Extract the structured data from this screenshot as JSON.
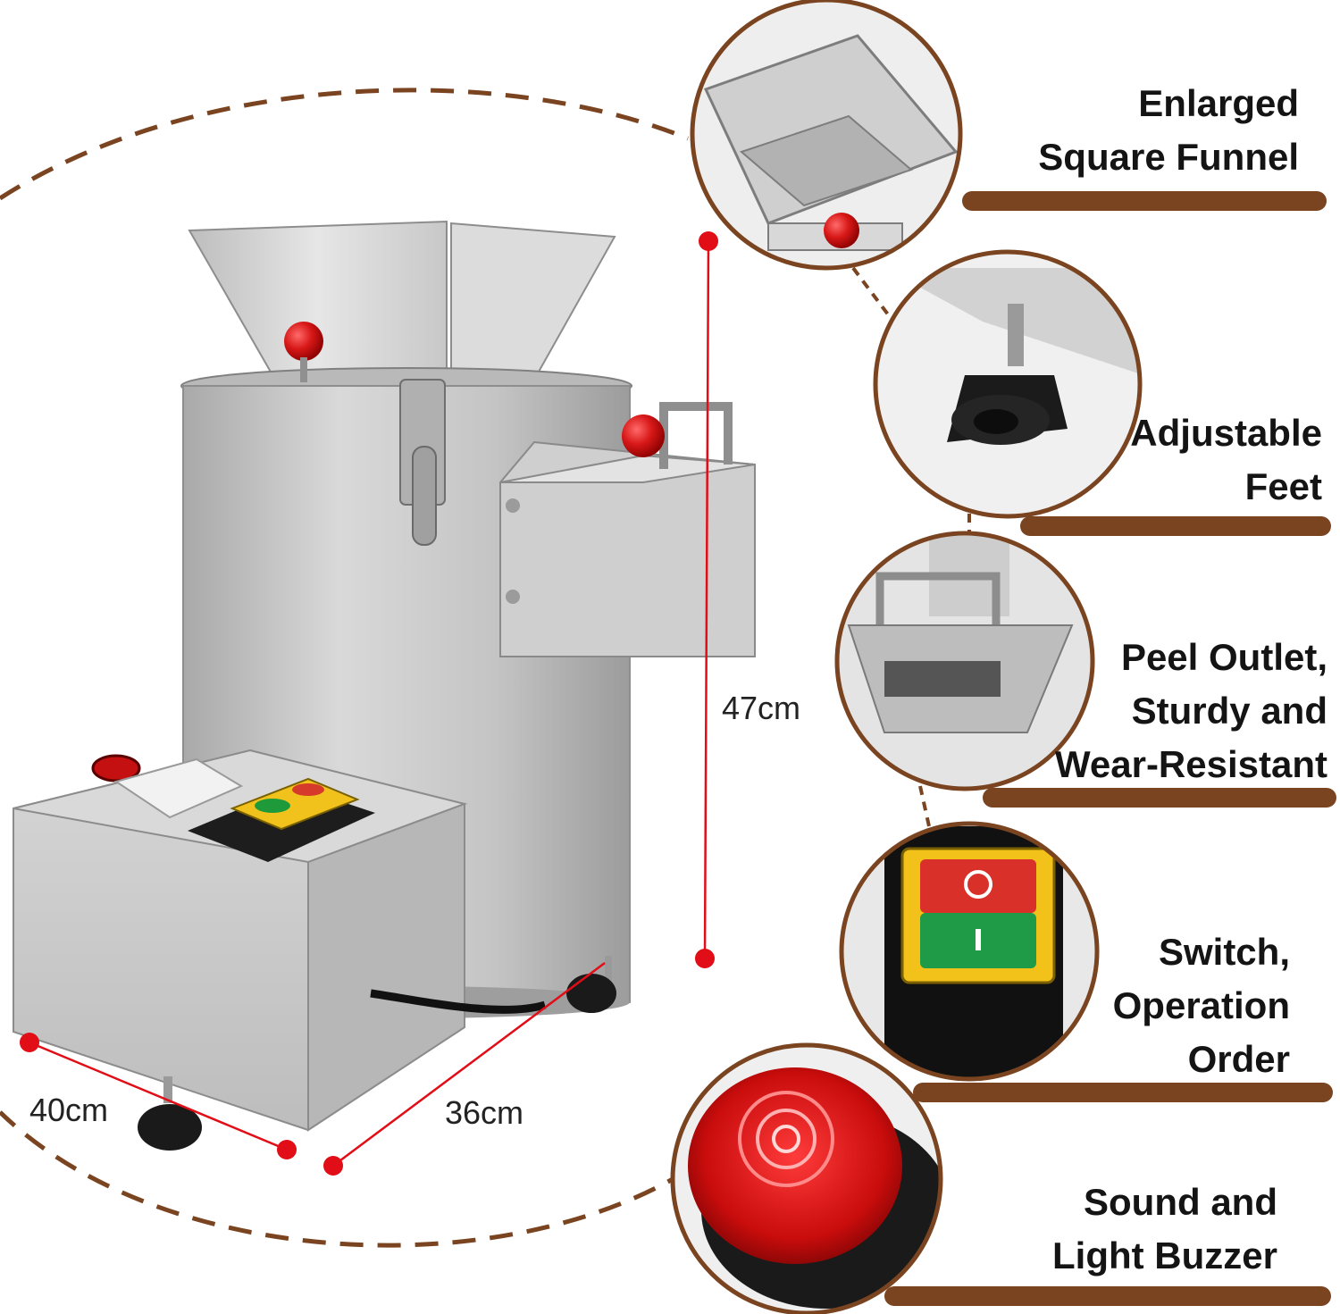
{
  "product": {
    "dimensions": {
      "width": "40cm",
      "depth": "36cm",
      "height": "47cm"
    }
  },
  "features": [
    {
      "lines": [
        "Enlarged",
        "Square Funnel"
      ]
    },
    {
      "lines": [
        "Adjustable",
        "Feet"
      ]
    },
    {
      "lines": [
        "Peel Outlet,",
        "Sturdy and",
        "Wear-Resistant"
      ]
    },
    {
      "lines": [
        "Switch,",
        "Operation",
        "Order"
      ]
    },
    {
      "lines": [
        "Sound and",
        "Light Buzzer"
      ]
    }
  ],
  "colors": {
    "accent_brown": "#7a4420",
    "dimension_red": "#e10d17",
    "steel": "#c9c9c9",
    "background": "#ffffff"
  }
}
